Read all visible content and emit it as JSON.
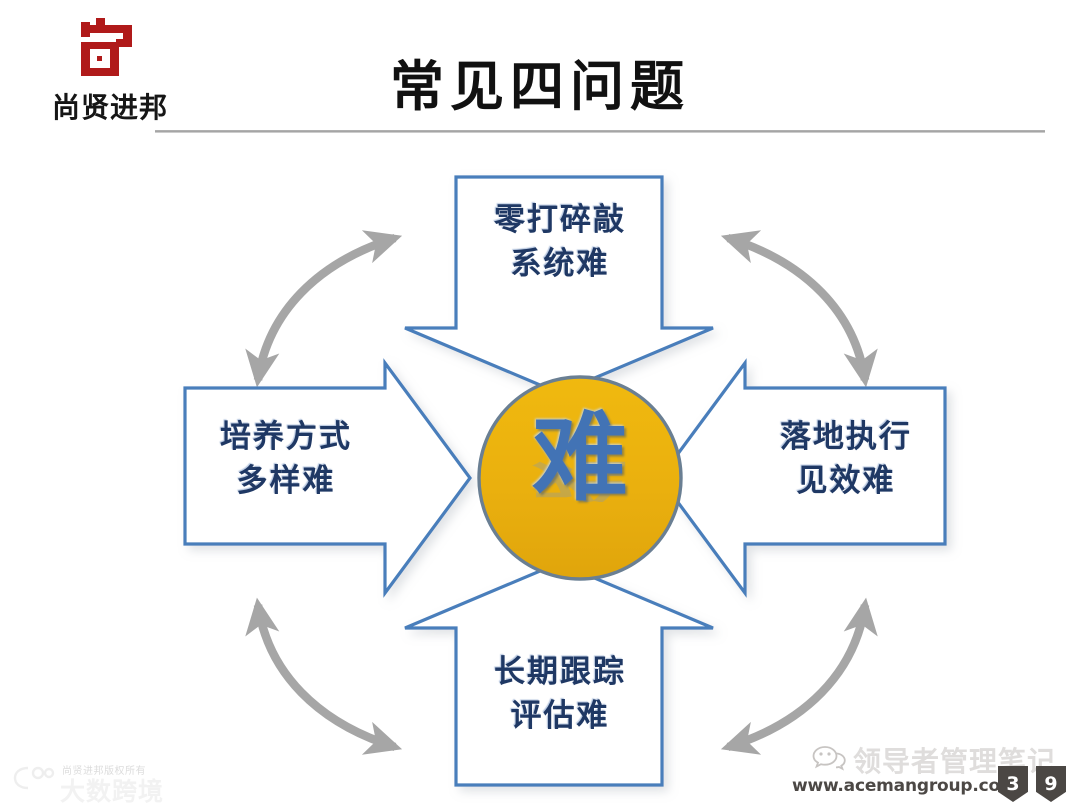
{
  "header": {
    "logo": {
      "mark_icon": "shang-seal-logo-icon",
      "wordmark": "尚贤进邦",
      "mark_color": "#b01a1a"
    },
    "title": "常见四问题"
  },
  "diagram": {
    "center": {
      "label": "难",
      "fill_color": "#edb111",
      "stroke_color": "#6a7f93",
      "text_color": "#4273b5"
    },
    "accent_border_color": "#4a7ebb",
    "node_text_color": "#1f3864",
    "arc_color": "#a6a6a6",
    "nodes": [
      {
        "id": "top",
        "direction": "down-arrow",
        "line1": "零打碎敲",
        "line2": "系统难"
      },
      {
        "id": "left",
        "direction": "right-arrow",
        "line1": "培养方式",
        "line2": "多样难"
      },
      {
        "id": "right",
        "direction": "left-arrow",
        "line1": "落地执行",
        "line2": "见效难"
      },
      {
        "id": "bottom",
        "direction": "up-arrow",
        "line1": "长期跟踪",
        "line2": "评估难"
      }
    ],
    "connectors": [
      {
        "id": "top-left",
        "style": "double-headed-curved-arrow"
      },
      {
        "id": "top-right",
        "style": "double-headed-curved-arrow"
      },
      {
        "id": "bottom-left",
        "style": "double-headed-curved-arrow"
      },
      {
        "id": "bottom-right",
        "style": "double-headed-curved-arrow"
      }
    ]
  },
  "watermarks": {
    "left": {
      "icon": "dashu-kuajing-logo-icon",
      "small_text": "尚贤进邦版权所有",
      "big_text": "大数跨境"
    },
    "right": {
      "icon": "wechat-icon",
      "brand": "领导者管理笔记",
      "url": "www.acemangroup.com",
      "page_badges": [
        "3",
        "9"
      ]
    }
  }
}
